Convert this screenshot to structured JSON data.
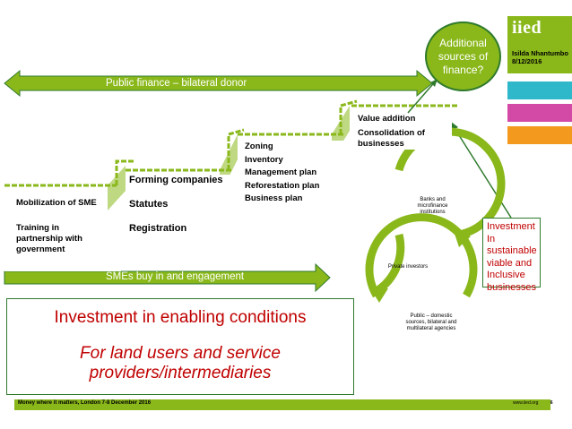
{
  "brand": {
    "logo": "iied",
    "author": "Isilda Nhantumbo",
    "date": "8/12/2016",
    "swatches": [
      "#2fb8c9",
      "#d34aa6",
      "#f39a1e"
    ],
    "accent": "#8ab81b",
    "dark_green": "#2f7a2c"
  },
  "cloud": {
    "text": "Additional sources of finance?"
  },
  "arrows": {
    "top": "Public finance – bilateral donor",
    "bottom": "SMEs buy in and engagement"
  },
  "steps": [
    {
      "lines": [
        "Mobilization of SME",
        "Training in partnership with government"
      ]
    },
    {
      "lines": [
        "Forming companies",
        "Statutes",
        "Registration"
      ]
    },
    {
      "lines": [
        "Zoning",
        "Inventory",
        "Management plan",
        "Reforestation plan",
        "Business plan"
      ]
    },
    {
      "lines": [
        "Value addition",
        "Consolidation of businesses"
      ]
    }
  ],
  "cycle": {
    "top": "Banks and microfinance institutions",
    "middle": "Private investors",
    "bottom": "Public – domestic sources, bilateral and multilateral agencies"
  },
  "investment": {
    "text": "Investment In sustainable viable and Inclusive businesses"
  },
  "enabling": {
    "title": "Investment in enabling conditions",
    "subtitle": "For land users and service providers/intermediaries"
  },
  "footer": {
    "left": "Money where it matters, London 7-8 December 2016",
    "right": "www.iied.org",
    "page": "6"
  }
}
